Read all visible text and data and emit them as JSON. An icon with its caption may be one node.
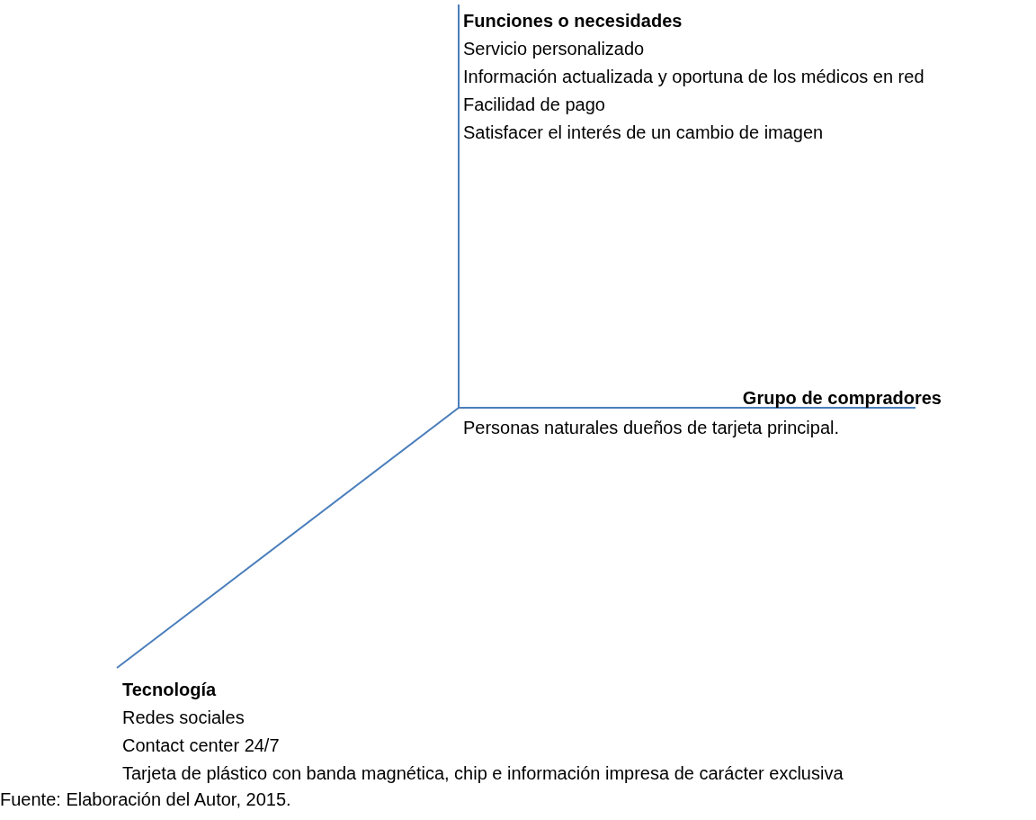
{
  "diagram": {
    "caption": "Fuente: Elaboración del Autor, 2015.",
    "labels": [
      "Funciones o necesidades",
      "Servicio personalizado",
      "Información actualizada y oportuna de los médicos en red",
      "Facilidad de pago",
      "Satisfacer el interés de un cambio de imagen",
      "Grupo de compradores",
      "Personas naturales dueños de tarjeta principal.",
      "Tecnología",
      "Redes sociales",
      "Contact center 24/7",
      "Tarjeta de plástico con banda magnética, chip e información impresa de carácter exclusiva"
    ]
  }
}
